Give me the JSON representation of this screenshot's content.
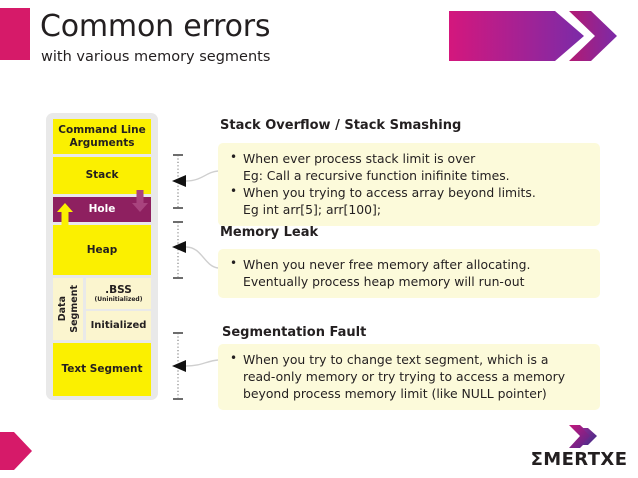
{
  "header": {
    "title": "Common errors",
    "subtitle": "with various memory segments",
    "accent_color": "#d61a69",
    "banner_gradient_from": "#d4177d",
    "banner_gradient_to": "#7b2ba8"
  },
  "diagram": {
    "name": "process-memory-layout",
    "frame_color": "#e9e9e9",
    "block_color": "#fbf000",
    "hole_color": "#8e2060",
    "data_segment_color": "#fbf5cf",
    "blocks": [
      {
        "label": "Command Line\nArguments",
        "line1": "Command Line",
        "line2": "Arguments"
      },
      {
        "label": "Stack"
      },
      {
        "label": "Hole"
      },
      {
        "label": "Heap"
      }
    ],
    "data_segment": {
      "label_line1": "Data",
      "label_line2": "Segment",
      "bss_title": ".BSS",
      "bss_subtitle": "(Uninitialized)",
      "initialized": "Initialized"
    },
    "text_segment": "Text Segment"
  },
  "callouts": [
    {
      "heading": "Stack Overflow / Stack Smashing",
      "items": [
        {
          "main": "When ever process stack limit is over",
          "sub": "Eg: Call a recursive function  inifinite times."
        },
        {
          "main": "When you trying to access array beyond limits.",
          "sub": "Eg int arr[5]; arr[100];"
        }
      ]
    },
    {
      "heading": "Memory Leak",
      "items": [
        {
          "main": "When you never free memory after allocating.",
          "sub": "Eventually process heap memory will run-out"
        }
      ]
    },
    {
      "heading": "Segmentation Fault",
      "items": [
        {
          "main": "When you try to change text segment, which is a",
          "sub": "read-only memory or try trying to access a memory",
          "sub2": "beyond process memory limit (like NULL pointer)"
        }
      ]
    }
  ],
  "footer": {
    "logo_text": "ΣMERTXE",
    "chevron_color": "#d61a69"
  }
}
